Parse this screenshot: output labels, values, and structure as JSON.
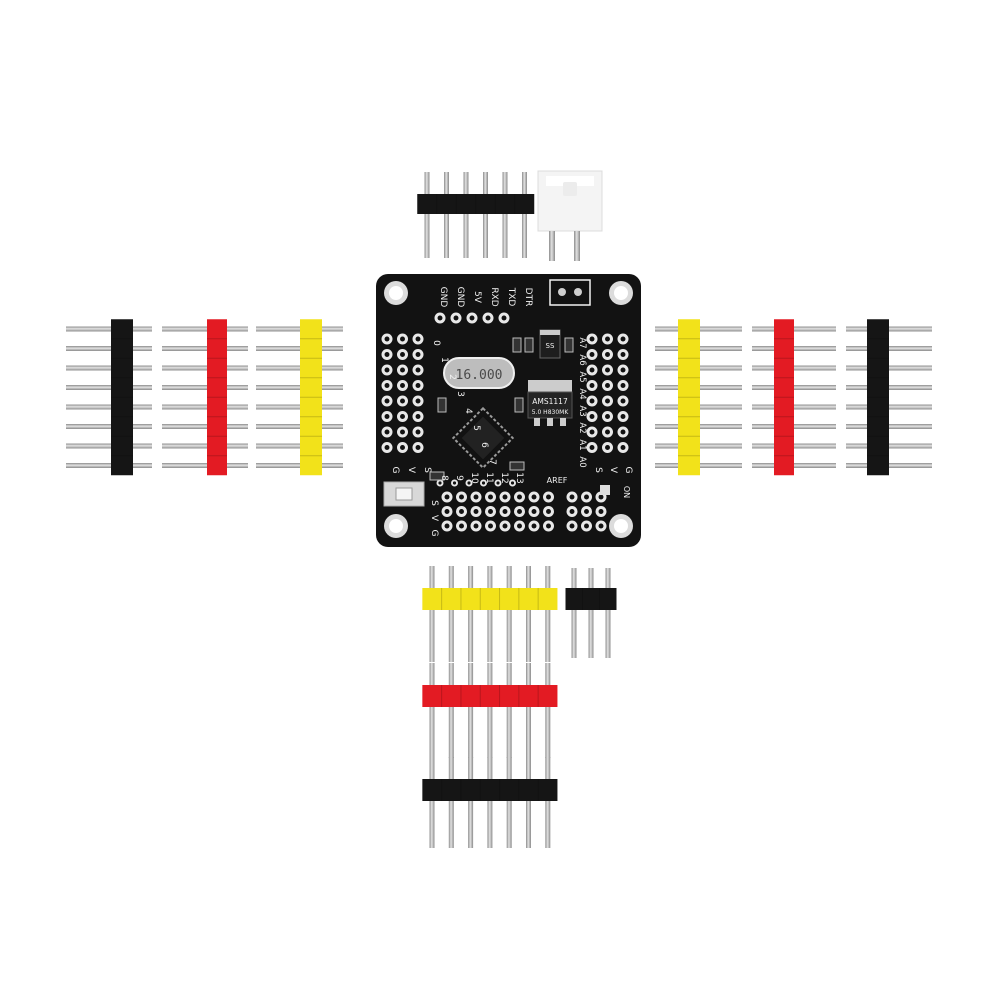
{
  "colors": {
    "background": "#ffffff",
    "pcb": "#121212",
    "silkscreen": "#f2f2f2",
    "pin_metal": "#b9b9b9",
    "header_black": "#151515",
    "header_red": "#e31b23",
    "header_yellow": "#f2e21a",
    "connector_white": "#f4f4f4"
  },
  "board": {
    "top_labels": [
      "GND",
      "GND",
      "5V",
      "RXD",
      "TXD",
      "DTR"
    ],
    "left_pin_labels": [
      "0",
      "1",
      "2",
      "3",
      "4",
      "5",
      "6",
      "7"
    ],
    "left_corner_labels": [
      "G",
      "V",
      "S"
    ],
    "bottom_pin_labels": [
      "8",
      "9",
      "10",
      "11",
      "12",
      "13"
    ],
    "bottom_row_labels": [
      "S",
      "V",
      "G"
    ],
    "right_pin_labels": [
      "A7",
      "A6",
      "A5",
      "A4",
      "A3",
      "A2",
      "A1",
      "A0"
    ],
    "right_corner_labels": [
      "S",
      "V",
      "G"
    ],
    "aref_label": "AREF",
    "on_label": "ON",
    "crystal_text": "16.000",
    "regulator_line1": "AMS1117",
    "regulator_line2": "5.0 H830MK",
    "smd_text": "SS"
  }
}
